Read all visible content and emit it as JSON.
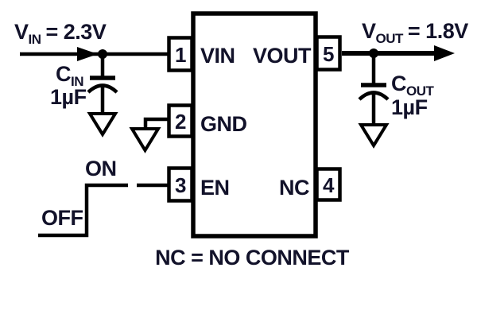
{
  "colors": {
    "line": "#000000",
    "text": "#12122a",
    "background": "#ffffff"
  },
  "input": {
    "voltage": {
      "symbol": "V",
      "sub": "IN",
      "value": "= 2.3V"
    },
    "capacitor": {
      "symbol": "C",
      "sub": "IN",
      "value": "1µF"
    }
  },
  "output": {
    "voltage": {
      "symbol": "V",
      "sub": "OUT",
      "value": "= 1.8V"
    },
    "capacitor": {
      "symbol": "C",
      "sub": "OUT",
      "value": "1µF"
    }
  },
  "enable_waveform": {
    "high_label": "ON",
    "low_label": "OFF"
  },
  "ic": {
    "pin1": {
      "number": "1",
      "label": "VIN"
    },
    "pin2": {
      "number": "2",
      "label": "GND"
    },
    "pin3": {
      "number": "3",
      "label": "EN"
    },
    "pin4": {
      "number": "4",
      "label": "NC"
    },
    "pin5": {
      "number": "5",
      "label": "VOUT"
    }
  },
  "note": "NC = NO CONNECT"
}
